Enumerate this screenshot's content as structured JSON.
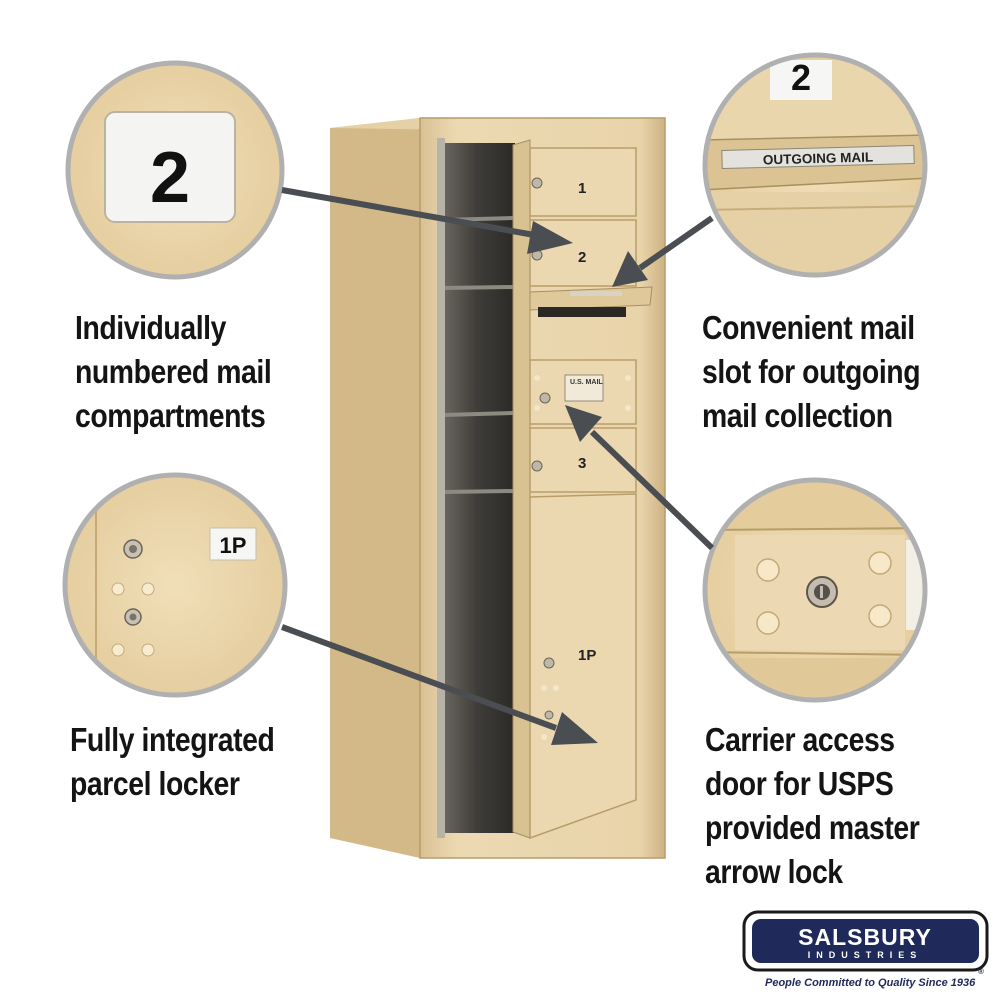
{
  "callouts": {
    "numbered": {
      "caption_lines": [
        "Individually",
        "numbered mail",
        "compartments"
      ],
      "zoom_label": "2",
      "icon": "mail-compartment-number-icon"
    },
    "outgoing": {
      "caption_lines": [
        "Convenient mail",
        "slot for outgoing",
        "mail collection"
      ],
      "zoom_number": "2",
      "zoom_label": "OUTGOING MAIL",
      "icon": "outgoing-mail-slot-icon"
    },
    "parcel": {
      "caption_lines": [
        "Fully integrated",
        "parcel locker"
      ],
      "zoom_label": "1P",
      "icon": "parcel-locker-icon"
    },
    "carrier": {
      "caption_lines": [
        "Carrier access",
        "door for USPS",
        "provided master",
        "arrow lock"
      ],
      "icon": "carrier-lock-icon"
    }
  },
  "mailbox": {
    "door_labels": [
      "1",
      "2",
      "3",
      "1P"
    ],
    "carrier_plate": "U.S. MAIL",
    "slot_label": "OUTGOING MAIL"
  },
  "brand": {
    "name": "SALSBURY",
    "subname": "INDUSTRIES",
    "tagline": "People Committed to Quality Since 1936",
    "mark": "®"
  },
  "colors": {
    "tan": "#e8d3a8",
    "tan_dark": "#c9ae7d",
    "text": "#141414",
    "arrow": "#4a4d52",
    "brand_navy": "#1f2a5a"
  }
}
